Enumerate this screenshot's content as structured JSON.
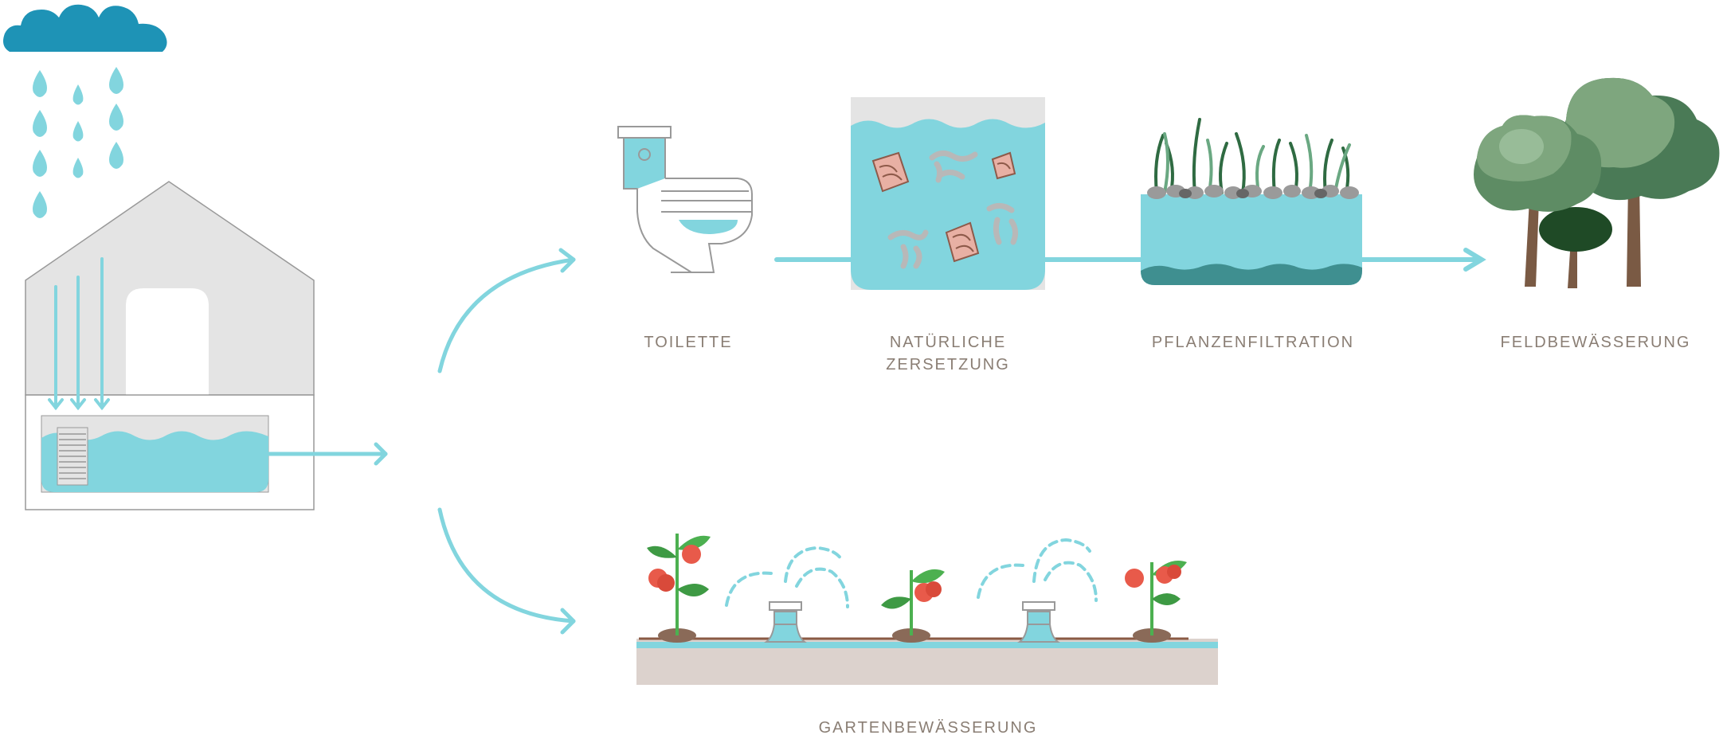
{
  "labels": {
    "toilet": "TOILETTE",
    "decomposition_line1": "NATÜRLICHE",
    "decomposition_line2": "ZERSETZUNG",
    "plant_filtration": "PFLANZENFILTRATION",
    "field_irrigation": "FELDBEWÄSSERUNG",
    "garden_irrigation": "GARTENBEWÄSSERUNG"
  },
  "colors": {
    "water": "#82d5de",
    "cloud": "#1e93b6",
    "house": "#e4e4e4",
    "outline": "#999999",
    "soil": "#dcd2cd",
    "text": "#8a7e74",
    "tree_light": "#7ea67e",
    "tree_dark": "#4a7a56",
    "trunk": "#7a5a44",
    "tomato": "#e85a4a",
    "leaf": "#4cb050"
  }
}
